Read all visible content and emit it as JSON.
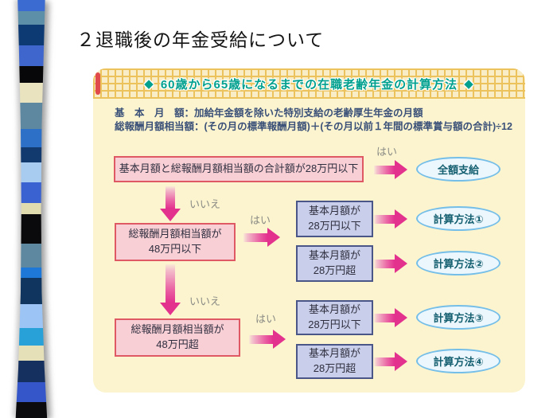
{
  "page": {
    "title": "２退職後の年金受給について"
  },
  "panel": {
    "header": {
      "diamond": "◆",
      "title": "60歳から65歳になるまでの在職老齢年金の計算方法"
    },
    "definitions": {
      "line1": "基　本　月　額：加給年金額を除いた特別支給の老齢厚生年金の月額",
      "line2": "総報酬月額相当額：(その月の標準報酬月額)＋(その月以前１年間の標準賞与額の合計)÷12"
    },
    "flow": {
      "yes_label": "はい",
      "no_label": "いいえ",
      "q1": "基本月額と総報酬月額相当額の合計額が28万円以下",
      "r1": "全額支給",
      "q2": {
        "l1": "総報酬月額相当額が",
        "l2": "48万円以下"
      },
      "q2a": {
        "l1": "基本月額が",
        "l2": "28万円以下"
      },
      "q2b": {
        "l1": "基本月額が",
        "l2": "28万円超"
      },
      "r2": "計算方法①",
      "r3": "計算方法②",
      "q3": {
        "l1": "総報酬月額相当額が",
        "l2": "48万円超"
      },
      "q3a": {
        "l1": "基本月額が",
        "l2": "28万円以下"
      },
      "q3b": {
        "l1": "基本月額が",
        "l2": "28万円超"
      },
      "r4": "計算方法③",
      "r5": "計算方法④"
    }
  },
  "decorative_bar": {
    "segments": [
      {
        "color": "#3B6BD0",
        "h": 14
      },
      {
        "color": "#5E8FA8",
        "h": 17
      },
      {
        "color": "#0D3A72",
        "h": 26
      },
      {
        "color": "#3E66CC",
        "h": 26
      },
      {
        "color": "#070709",
        "h": 21
      },
      {
        "color": "#E9E3C0",
        "h": 25
      },
      {
        "color": "#5E87A0",
        "h": 33
      },
      {
        "color": "#2C70C8",
        "h": 23
      },
      {
        "color": "#123A6E",
        "h": 19
      },
      {
        "color": "#A8CCF0",
        "h": 25
      },
      {
        "color": "#3A62D0",
        "h": 26
      },
      {
        "color": "#E0DCB0",
        "h": 14
      },
      {
        "color": "#0A0A0C",
        "h": 37
      },
      {
        "color": "#5E88A0",
        "h": 30
      },
      {
        "color": "#1E78D8",
        "h": 13
      },
      {
        "color": "#10355F",
        "h": 33
      },
      {
        "color": "#9CC4F4",
        "h": 30
      },
      {
        "color": "#28A0D8",
        "h": 22
      },
      {
        "color": "#E6E0B8",
        "h": 19
      },
      {
        "color": "#15305E",
        "h": 27
      },
      {
        "color": "#3456C8",
        "h": 25
      },
      {
        "color": "#0B0B0E",
        "h": 20
      }
    ]
  },
  "colors": {
    "panel_bg": "#FBF4CF",
    "header_pattern_gold": "#ECC25C",
    "header_text_teal": "#00A08E",
    "pink_box_bg": "#F9CFD6",
    "pink_box_border": "#DF5964",
    "purple_box_bg": "#C9CEEA",
    "purple_box_border": "#4A5588",
    "ellipse_bg": "#EBF6FD",
    "ellipse_border": "#74BEE8",
    "arrow_pink": "#E3318E",
    "label_gray": "#8B8B85",
    "definition_text": "#3A5078",
    "red_accent": "#E04A4A"
  }
}
